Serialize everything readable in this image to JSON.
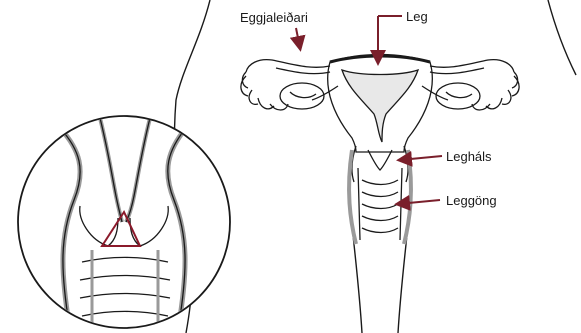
{
  "labels": {
    "fallopian_tube": "Eggjaleiðari",
    "uterus": "Leg",
    "cervix": "Legháls",
    "vagina": "Leggöng"
  },
  "colors": {
    "arrow": "#7a1f2b",
    "line": "#1a1a1a",
    "fill_gray": "#9a9a9a",
    "highlight": "#8b1a2b"
  }
}
